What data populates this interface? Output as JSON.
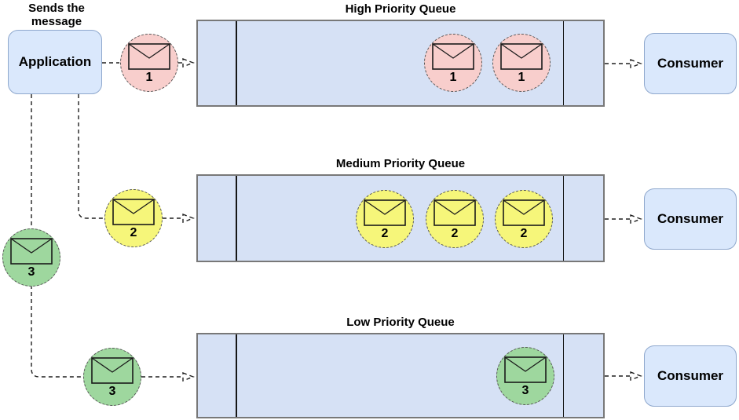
{
  "app": {
    "label": "Application",
    "note": "Sends the message"
  },
  "queues": [
    {
      "title": "High Priority Queue",
      "message_label": "1",
      "messages_in_queue": 2,
      "message_color": "#f8cecc"
    },
    {
      "title": "Medium Priority Queue",
      "message_label": "2",
      "messages_in_queue": 3,
      "message_color": "#f6f67a"
    },
    {
      "title": "Low Priority Queue",
      "message_label": "3",
      "messages_in_queue": 1,
      "message_color": "#9ed79e"
    }
  ],
  "consumers": [
    {
      "label": "Consumer"
    },
    {
      "label": "Consumer"
    },
    {
      "label": "Consumer"
    }
  ],
  "icons": {
    "message": "envelope-icon",
    "arrowhead": "open-triangle-arrowhead"
  },
  "colors": {
    "node_fill": "#dae8fc",
    "node_border": "#8fa8cd",
    "queue_fill": "#d6e1f5",
    "queue_border": "#787878",
    "high_message_fill": "#f8cecc",
    "medium_message_fill": "#f6f67a",
    "low_message_fill": "#9ed79e",
    "connector": "#1f1f1f"
  }
}
